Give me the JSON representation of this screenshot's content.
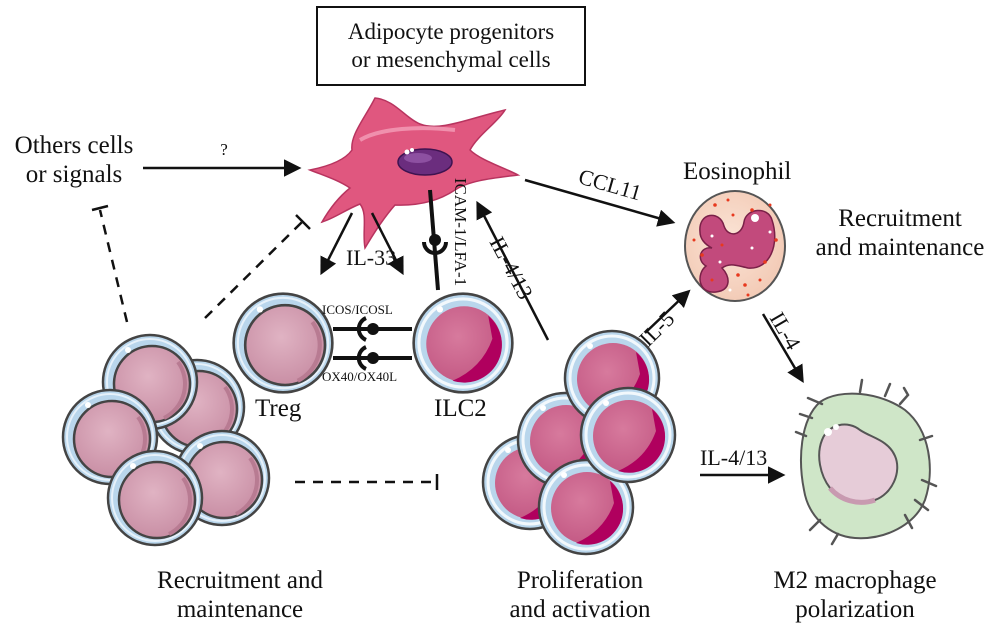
{
  "title_box": {
    "line1": "Adipocyte progenitors",
    "line2": "or mesenchymal cells"
  },
  "nodes": {
    "others": {
      "line1": "Others cells",
      "line2": "or signals"
    },
    "eosinophil": {
      "label": "Eosinophil"
    },
    "treg": {
      "label": "Treg"
    },
    "ilc2": {
      "label": "ILC2"
    },
    "macrophage_caption": {
      "line1": "M2 macrophage",
      "line2": "polarization"
    },
    "treg_cluster_caption": {
      "line1": "Recruitment and",
      "line2": "maintenance"
    },
    "ilc2_cluster_caption": {
      "line1": "Proliferation",
      "line2": "and activation"
    },
    "eosinophil_caption": {
      "line1": "Recruitment",
      "line2": "and maintenance"
    }
  },
  "edges": {
    "question": "?",
    "il33": "IL-33",
    "icam": "ICAM-1/LFA-1",
    "il4_13_up": "IL-4/13",
    "ccl11": "CCL11",
    "il5": "IL-5",
    "il4": "IL-4",
    "il4_13_right": "IL-4/13",
    "icos": "ICOS/ICOSL",
    "ox40": "OX40/OX40L"
  },
  "colors": {
    "mesenchymal_cell": "#e0577f",
    "mesenchymal_nucleus": "#6b2d7e",
    "treg_cell": "#d6a3b5",
    "ilc2_cell": "#cf6d93",
    "ilc2_dark": "#b0005e",
    "membrane": "#b9d6ec",
    "eosinophil_body": "#f7d8c8",
    "eosinophil_nucleus": "#c24a7c",
    "macrophage_body": "#cfe6c8",
    "macrophage_nucleus": "#e6ccd8",
    "line": "#111111"
  }
}
